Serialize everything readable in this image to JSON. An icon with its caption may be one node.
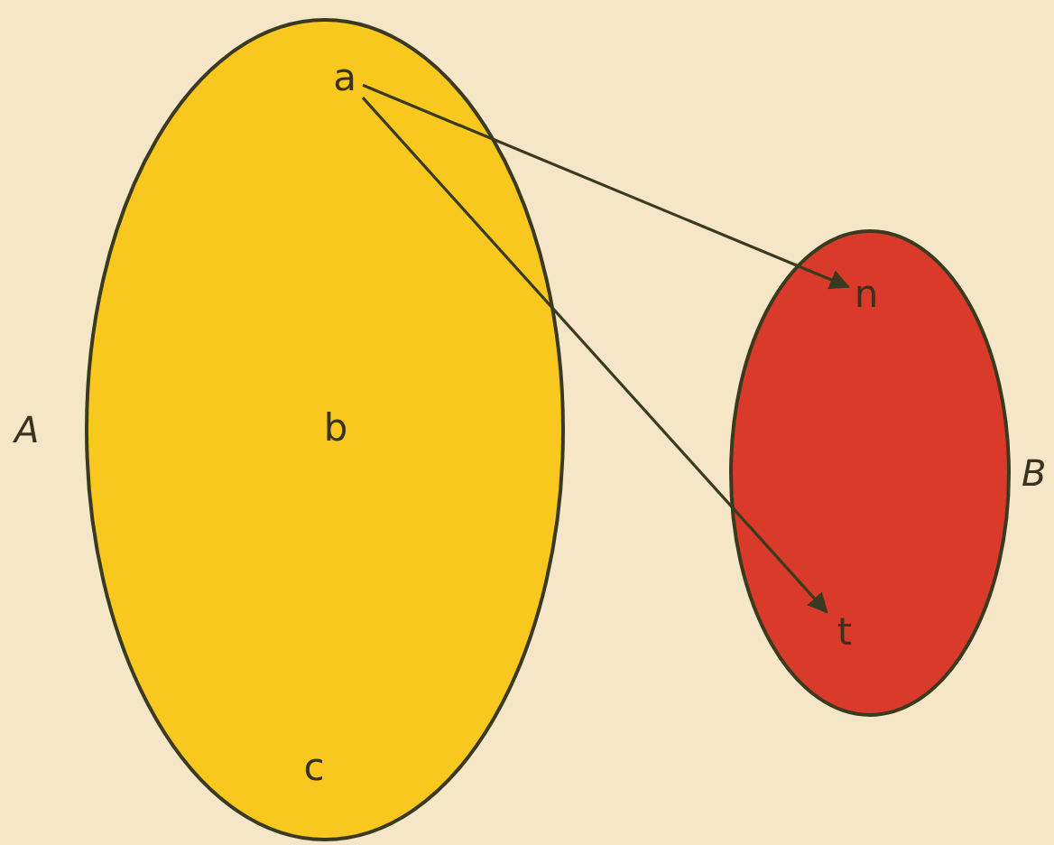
{
  "diagram": {
    "nodes": [
      {
        "text": [
          "A"
        ]
      },
      {
        "text": [
          "a"
        ],
        "in": 0
      },
      {
        "text": [
          "b"
        ],
        "in": 0
      },
      {
        "text": [
          "c"
        ],
        "in": 0
      },
      {
        "text": [
          "B"
        ]
      },
      {
        "text": [
          "n"
        ],
        "in": 4
      },
      {
        "text": [
          "t"
        ],
        "in": 4
      }
    ],
    "edges": [
      {
        "from": 1,
        "to": 5,
        "arrow": "to"
      },
      {
        "from": 1,
        "to": 6,
        "arrow": "to"
      }
    ]
  }
}
